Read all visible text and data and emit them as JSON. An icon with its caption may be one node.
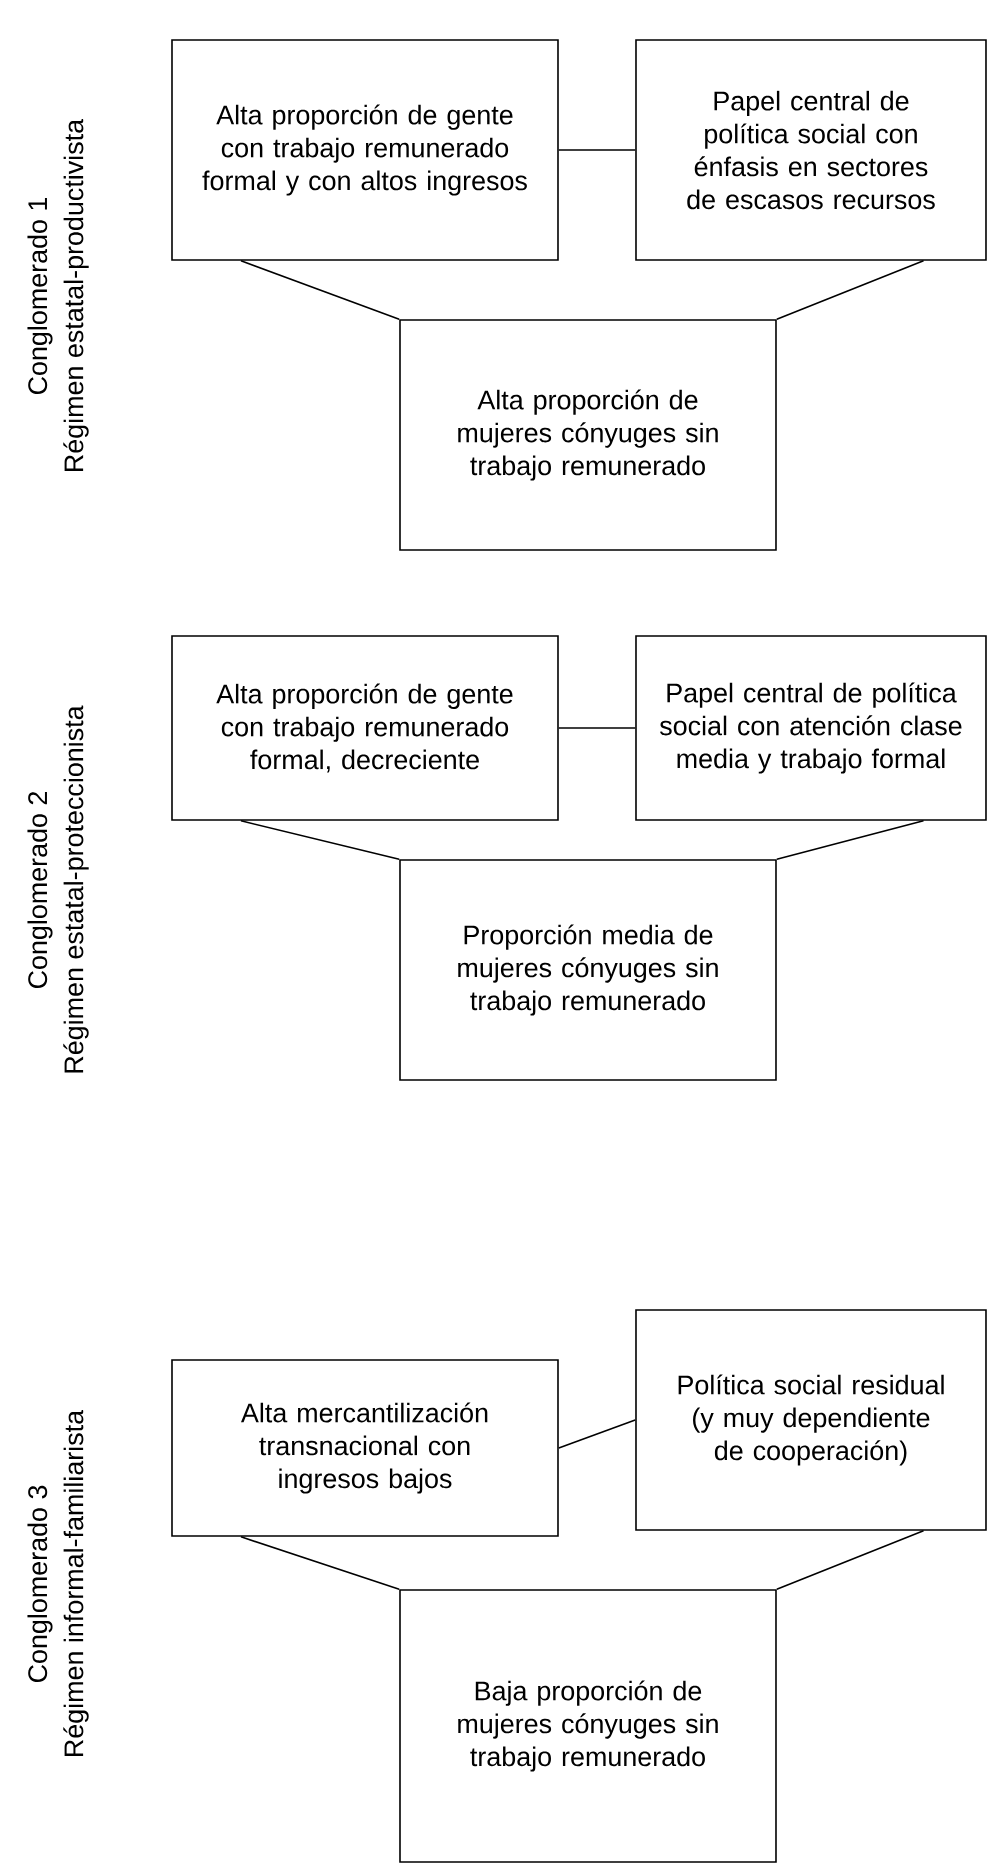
{
  "diagram": {
    "nodes": [
      {
        "text": [
          "Alta proporción de gente con trabajo remunerado formal y con altos ingresos"
        ]
      },
      {
        "text": [
          "Papel central de política social con énfasis en sectores de escasos recursos"
        ]
      },
      {
        "text": [
          "Alta proporción de mujeres cónyuges sin trabajo remunerado"
        ]
      },
      {
        "text": [
          "Alta proporción de gente con trabajo remunerado formal, decreciente"
        ]
      },
      {
        "text": [
          "Papel central de política social con atención clase media y trabajo formal"
        ]
      },
      {
        "text": [
          "Proporción media de mujeres cónyuges sin trabajo remunerado"
        ]
      },
      {
        "text": [
          "Alta mercantilización transnacional con ingresos bajos"
        ]
      },
      {
        "text": [
          "Política social residual (y muy dependiente de cooperación)"
        ]
      },
      {
        "text": [
          "Baja proporción de mujeres cónyuges sin trabajo remunerado"
        ]
      }
    ],
    "edges": [
      {
        "from": 0,
        "to": 1,
        "arrow": "none"
      },
      {
        "from": 0,
        "to": 2,
        "arrow": "none"
      },
      {
        "from": 1,
        "to": 2,
        "arrow": "none"
      },
      {
        "from": 3,
        "to": 4,
        "arrow": "none"
      },
      {
        "from": 3,
        "to": 5,
        "arrow": "none"
      },
      {
        "from": 4,
        "to": 5,
        "arrow": "none"
      },
      {
        "from": 6,
        "to": 7,
        "arrow": "none"
      },
      {
        "from": 6,
        "to": 8,
        "arrow": "none"
      },
      {
        "from": 7,
        "to": 8,
        "arrow": "none"
      }
    ],
    "labels": [
      "Conglomerado 1",
      "Régimen estatal-productivista",
      "Conglomerado 2",
      "Régimen estatal-proteccionista",
      "Conglomerado 3",
      "Régimen informal-familiarista"
    ]
  }
}
